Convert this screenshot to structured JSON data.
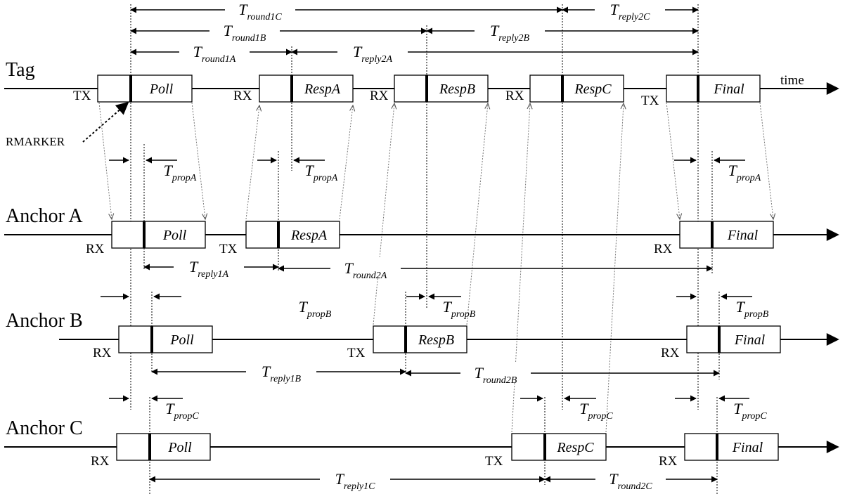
{
  "lanes": [
    {
      "id": "tag",
      "title": "Tag"
    },
    {
      "id": "anchorA",
      "title": "Anchor A"
    },
    {
      "id": "anchorB",
      "title": "Anchor B"
    },
    {
      "id": "anchorC",
      "title": "Anchor C"
    }
  ],
  "time_label": "time",
  "rmarker_label": "RMARKER",
  "tx": "TX",
  "rx": "RX",
  "frames": {
    "poll": "Poll",
    "respA": "RespA",
    "respB": "RespB",
    "respC": "RespC",
    "final": "Final"
  },
  "intervals": [
    {
      "base": "T",
      "sub": "round1C"
    },
    {
      "base": "T",
      "sub": "reply2C"
    },
    {
      "base": "T",
      "sub": "round1B"
    },
    {
      "base": "T",
      "sub": "reply2B"
    },
    {
      "base": "T",
      "sub": "round1A"
    },
    {
      "base": "T",
      "sub": "reply2A"
    },
    {
      "base": "T",
      "sub": "reply1A"
    },
    {
      "base": "T",
      "sub": "round2A"
    },
    {
      "base": "T",
      "sub": "reply1B"
    },
    {
      "base": "T",
      "sub": "round2B"
    },
    {
      "base": "T",
      "sub": "reply1C"
    },
    {
      "base": "T",
      "sub": "round2C"
    }
  ],
  "propagation": [
    {
      "base": "T",
      "sub": "propA"
    },
    {
      "base": "T",
      "sub": "propB"
    },
    {
      "base": "T",
      "sub": "propC"
    }
  ]
}
